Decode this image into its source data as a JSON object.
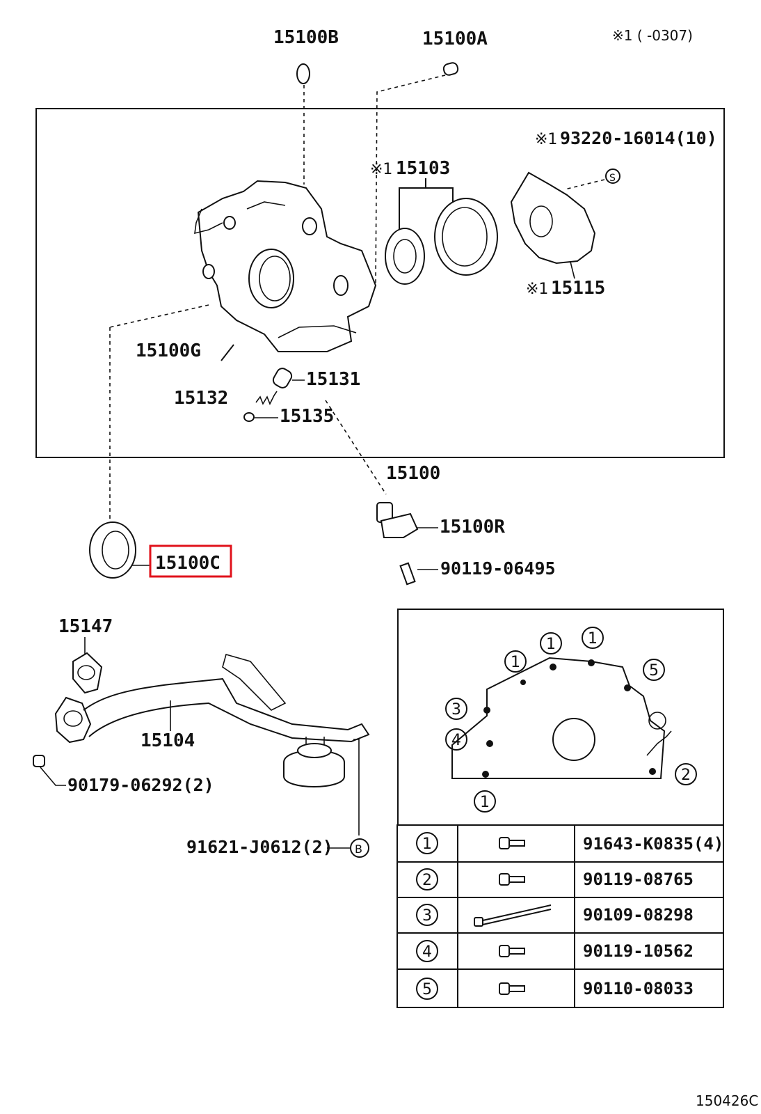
{
  "labels": {
    "p15100B": "15100B",
    "p15100A": "15100A",
    "note_range": "※1 (      -0307)",
    "p93220": "93220-16014(10)",
    "p93220_mark": "※1",
    "p15103": "15103",
    "p15103_mark": "※1",
    "p15115": "15115",
    "p15115_mark": "※1",
    "p15100G": "15100G",
    "p15131": "15131",
    "p15132": "15132",
    "p15135": "15135",
    "p15100": "15100",
    "p15100R": "15100R",
    "p15100C": "15100C",
    "p90119_06495": "90119-06495",
    "p15147": "15147",
    "p15104": "15104",
    "p90179": "90179-06292(2)",
    "p91621": "91621-J0612(2)",
    "s_mark": "S",
    "b_mark": "B",
    "figure_code": "150426C"
  },
  "callouts": [
    "1",
    "1",
    "1",
    "5",
    "3",
    "4",
    "2",
    "1"
  ],
  "bolt_table": [
    {
      "num": "1",
      "part": "91643-K0835(4)"
    },
    {
      "num": "2",
      "part": "90119-08765"
    },
    {
      "num": "3",
      "part": "90109-08298"
    },
    {
      "num": "4",
      "part": "90119-10562"
    },
    {
      "num": "5",
      "part": "90110-08033"
    }
  ],
  "highlight_color": "#e0121b"
}
